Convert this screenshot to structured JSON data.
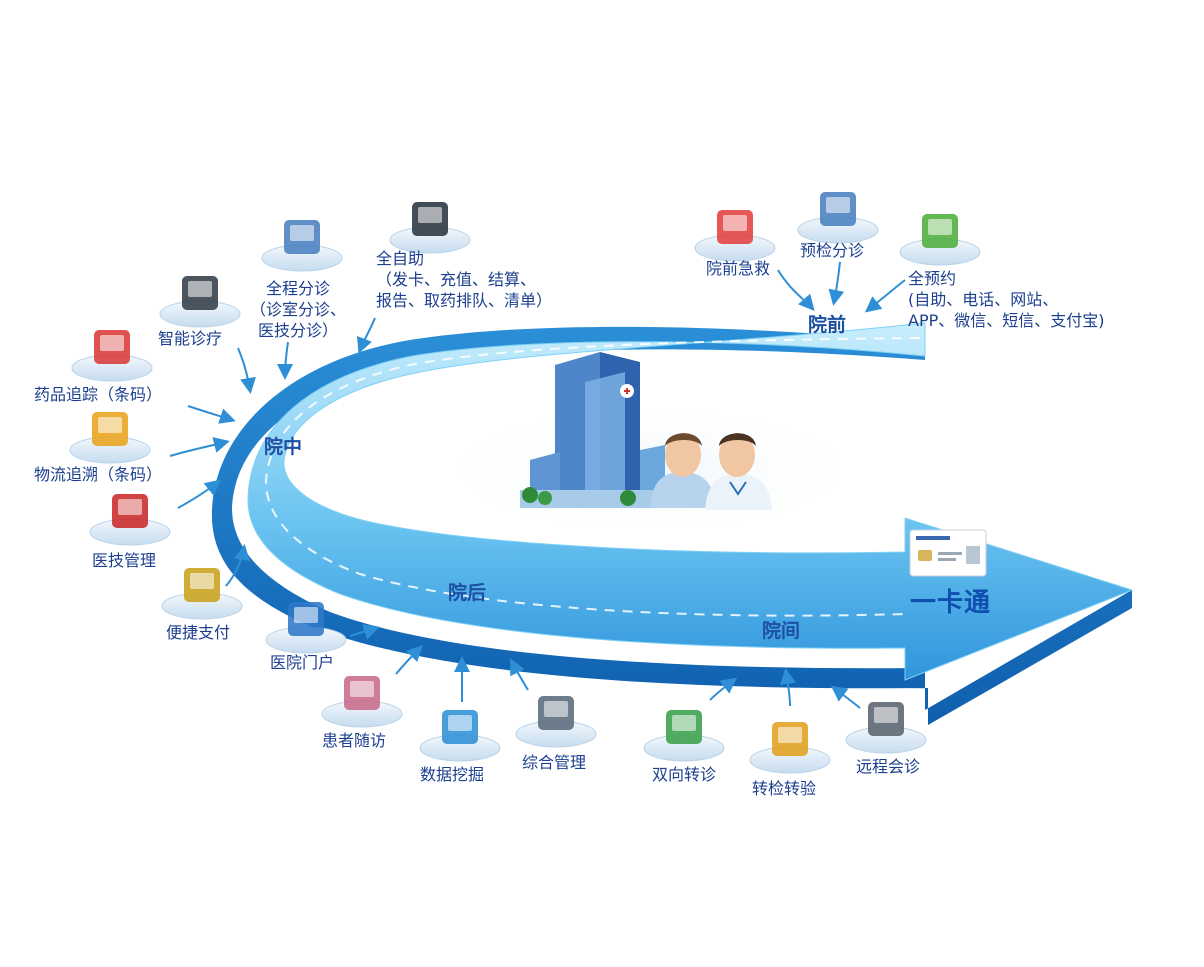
{
  "colors": {
    "arrow_main": "#3aa6e6",
    "arrow_light": "#9fdcf8",
    "arrow_dark": "#1a78c2",
    "text": "#1c3f8f",
    "plate": "#dbe9f5",
    "connector": "#2f8fd6"
  },
  "phases": {
    "pre": "院前",
    "mid": "院中",
    "post": "院后",
    "between": "院间"
  },
  "card": {
    "title": "一卡通",
    "icon": "id-card-icon"
  },
  "center": {
    "icons": [
      "hospital-building-icon",
      "patient-icon",
      "doctor-icon"
    ]
  },
  "pre_items": [
    {
      "id": "emergency",
      "label": "院前急救",
      "icon": "ambulance-icon"
    },
    {
      "id": "triage",
      "label": "预检分诊",
      "icon": "nurse-computer-icon"
    },
    {
      "id": "appointment",
      "label_lines": [
        "全预约",
        "(自助、电话、网站、",
        "APP、微信、短信、支付宝)"
      ],
      "icon": "calendar-check-icon"
    }
  ],
  "mid_items": [
    {
      "id": "self-service",
      "label_lines": [
        "全自助",
        "（发卡、充值、结算、",
        "报告、取药排队、清单）"
      ],
      "icon": "kiosk-icon"
    },
    {
      "id": "full-triage",
      "label_lines": [
        "全程分诊",
        "（诊室分诊、",
        "医技分诊）"
      ],
      "icon": "nurse-computer-icon"
    },
    {
      "id": "smart-diagnosis",
      "label": "智能诊疗",
      "icon": "stethoscope-phone-icon"
    },
    {
      "id": "drug-trace",
      "label": "药品追踪（条码）",
      "icon": "medicine-bottle-icon"
    },
    {
      "id": "logistics-trace",
      "label": "物流追溯（条码）",
      "icon": "truck-icon"
    },
    {
      "id": "tech-management",
      "label": "医技管理",
      "icon": "first-aid-box-icon"
    },
    {
      "id": "payment",
      "label": "便捷支付",
      "icon": "dollar-monitor-icon"
    }
  ],
  "post_items": [
    {
      "id": "portal",
      "label": "医院门户",
      "icon": "monitor-icon"
    },
    {
      "id": "follow-up",
      "label": "患者随访",
      "icon": "female-patient-icon"
    },
    {
      "id": "data-mining",
      "label": "数据挖掘",
      "icon": "pie-chart-icon"
    },
    {
      "id": "management",
      "label": "综合管理",
      "icon": "gear-monitor-icon"
    }
  ],
  "between_items": [
    {
      "id": "referral",
      "label": "双向转诊",
      "icon": "monitors-refresh-icon"
    },
    {
      "id": "exam-transfer",
      "label": "转检转验",
      "icon": "test-tube-icon"
    },
    {
      "id": "remote",
      "label": "远程会诊",
      "icon": "xray-monitor-icon"
    }
  ]
}
